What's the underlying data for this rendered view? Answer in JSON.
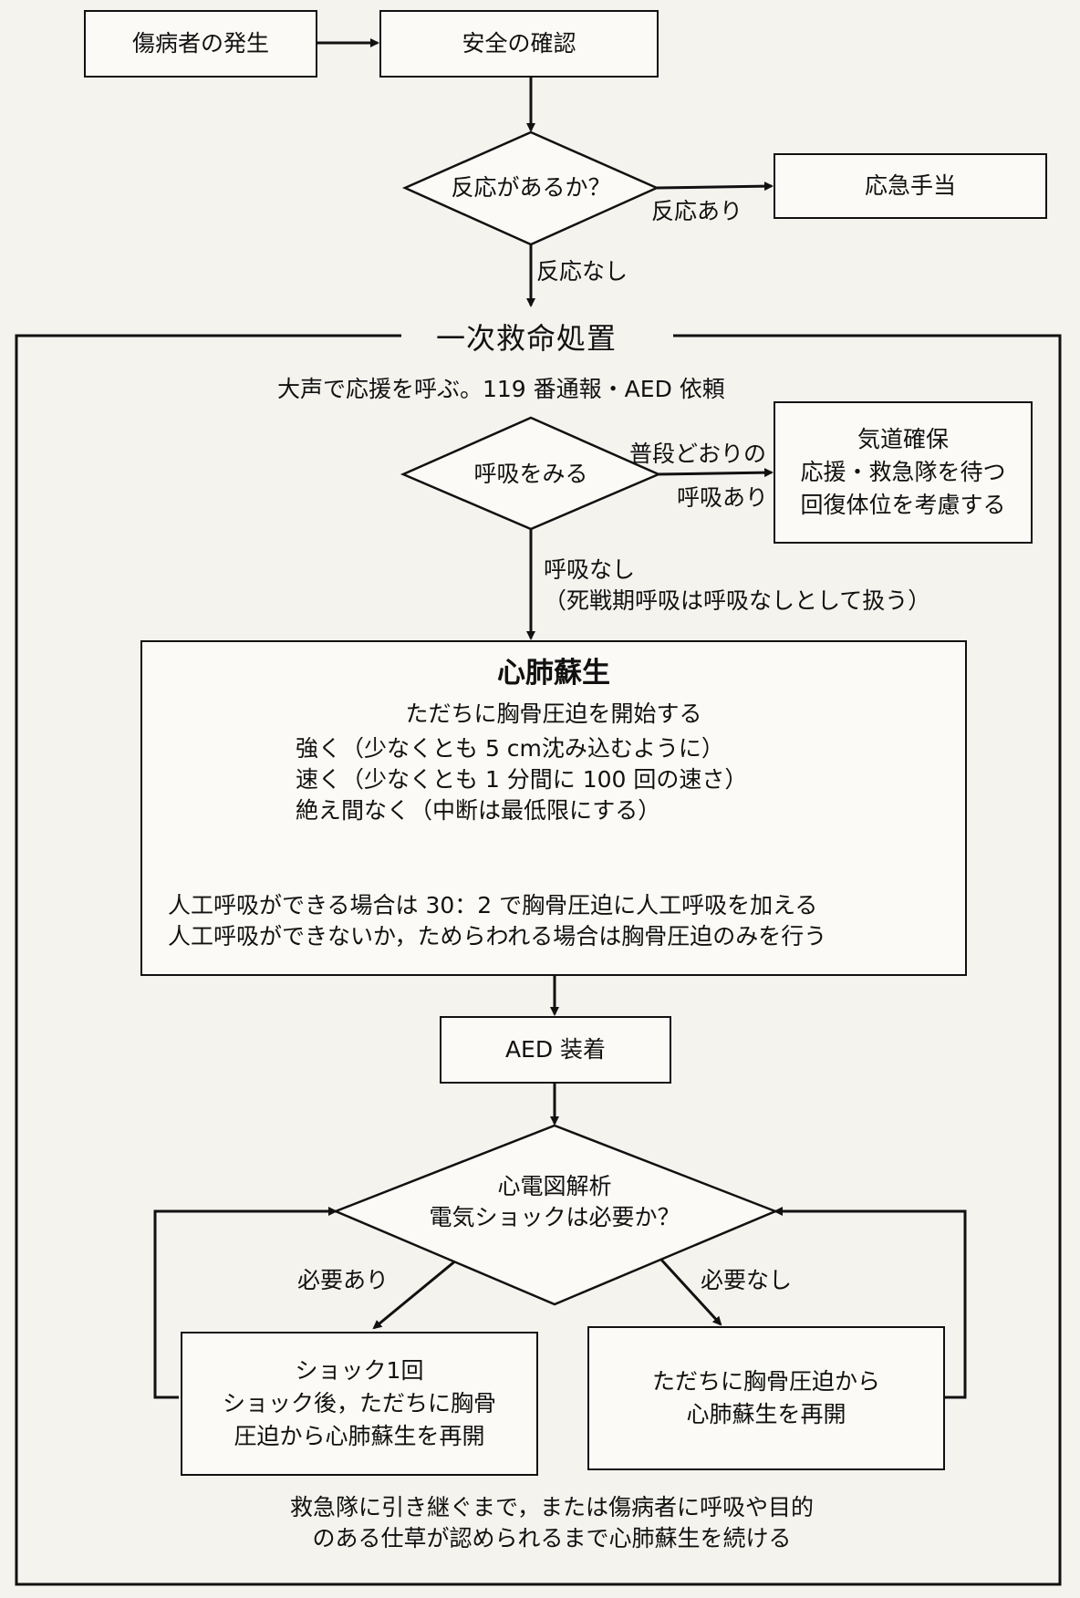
{
  "nodes": {
    "occurrence": "傷病者の発生",
    "safety": "安全の確認",
    "response_q": "反応があるか？",
    "first_aid": "応急手当",
    "call_help": "大声で応援を呼ぶ。119 番通報・AED 依頼",
    "breath_q": "呼吸をみる",
    "airway": [
      "気道確保",
      "応援・救急隊を待つ",
      "回復体位を考慮する"
    ],
    "cpr": {
      "title": "心肺蘇生",
      "start": "ただちに胸骨圧迫を開始する",
      "points": [
        "強く（少なくとも 5 cm沈み込むように）",
        "速く（少なくとも 1 分間に 100 回の速さ）",
        "絶え間なく（中断は最低限にする）"
      ],
      "notes": [
        "人工呼吸ができる場合は 30：2 で胸骨圧迫に人工呼吸を加える",
        "人工呼吸ができないか，ためらわれる場合は胸骨圧迫のみを行う"
      ]
    },
    "aed": "AED 装着",
    "ecg_q": [
      "心電図解析",
      "電気ショックは必要か？"
    ],
    "shock": [
      "ショック1回",
      "ショック後，ただちに胸骨",
      "圧迫から心肺蘇生を再開"
    ],
    "no_shock": [
      "ただちに胸骨圧迫から",
      "心肺蘇生を再開"
    ],
    "final": [
      "救急隊に引き継ぐまで，または傷病者に呼吸や目的",
      "のある仕草が認められるまで心肺蘇生を続ける"
    ]
  },
  "labels": {
    "response_yes": "反応あり",
    "response_no": "反応なし",
    "breath_normal": [
      "普段どおりの",
      "呼吸あり"
    ],
    "breath_none": [
      "呼吸なし",
      "（死戦期呼吸は呼吸なしとして扱う）"
    ],
    "shock_needed": "必要あり",
    "shock_not_needed": "必要なし"
  },
  "panel_title": "一次救命処置"
}
